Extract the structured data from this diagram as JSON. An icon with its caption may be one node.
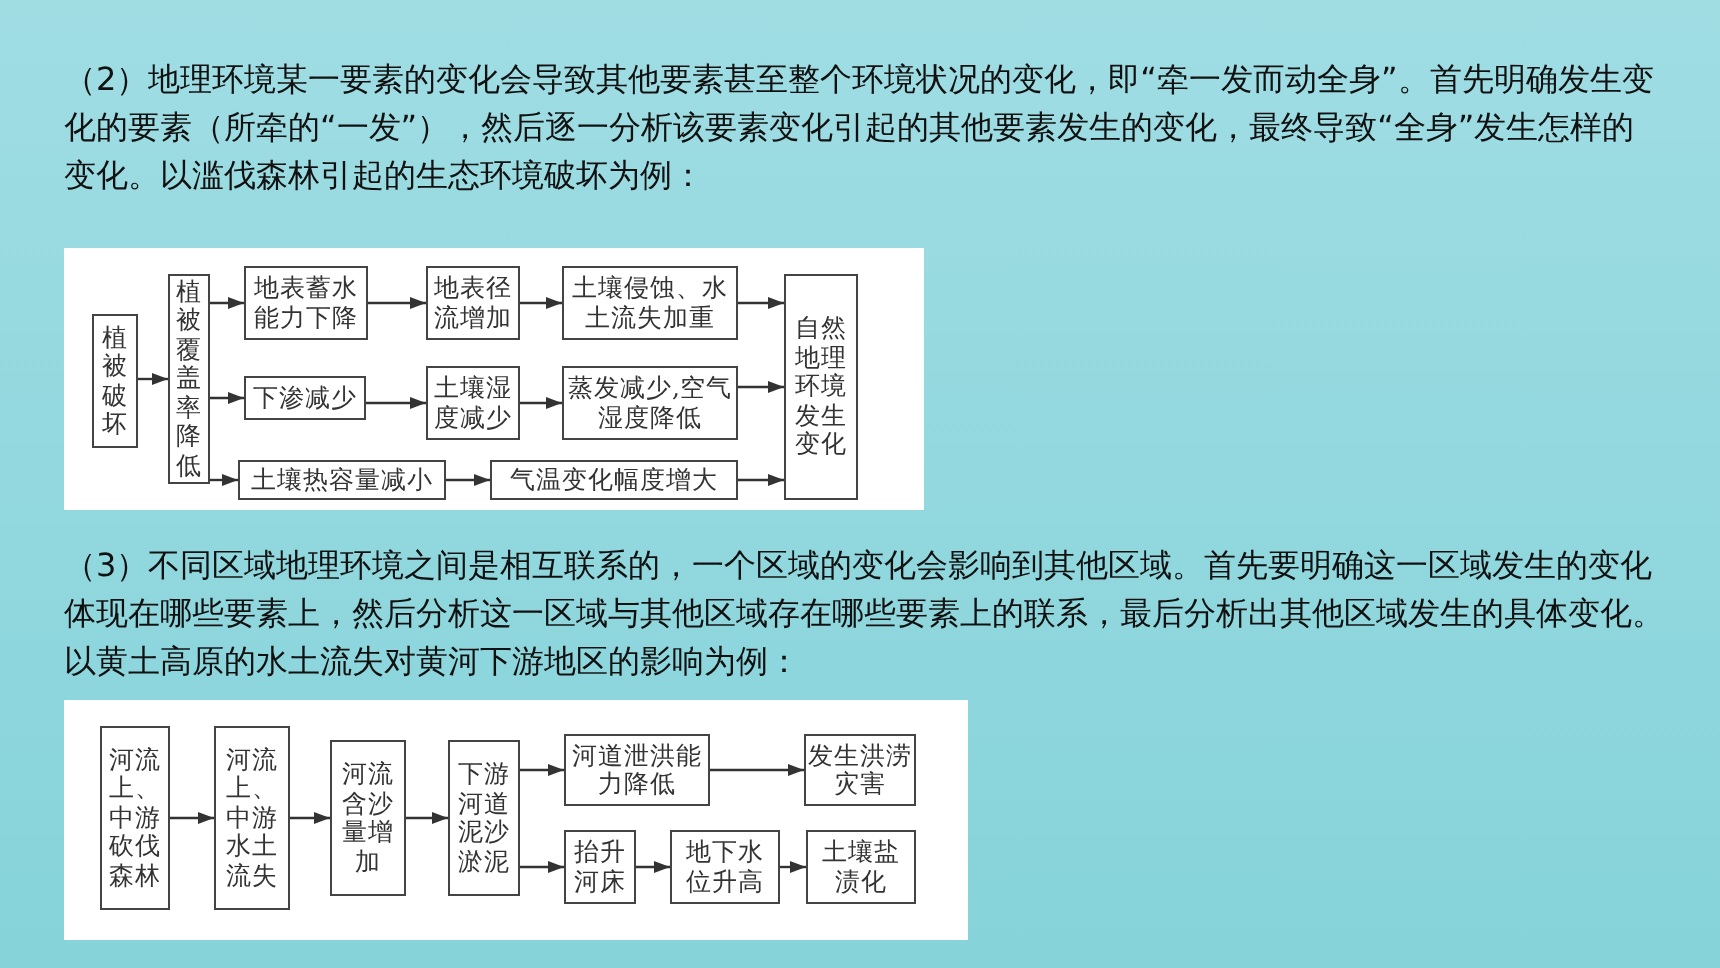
{
  "diagram": {
    "nodes": [
      {
        "text": [
          "植被破坏"
        ]
      },
      {
        "text": [
          "植被覆盖率降低"
        ]
      },
      {
        "text": [
          "地表蓄水能力下降"
        ]
      },
      {
        "text": [
          "地表径流增加"
        ]
      },
      {
        "text": [
          "土壤侵蚀、水土流失加重"
        ]
      },
      {
        "text": [
          "下渗减少"
        ]
      },
      {
        "text": [
          "土壤湿度减少"
        ]
      },
      {
        "text": [
          "蒸发减少,空气湿度降低"
        ]
      },
      {
        "text": [
          "土壤热容量减小"
        ]
      },
      {
        "text": [
          "气温变化幅度增大"
        ]
      },
      {
        "text": [
          "自然地理环境发生变化"
        ]
      },
      {
        "text": [
          "河流上、中游砍伐森林"
        ]
      },
      {
        "text": [
          "河流上、中游水土流失"
        ]
      },
      {
        "text": [
          "河流含沙量增加"
        ]
      },
      {
        "text": [
          "下游河道泥沙淤泥"
        ]
      },
      {
        "text": [
          "河道泄洪能力降低"
        ]
      },
      {
        "text": [
          "发生洪涝灾害"
        ]
      },
      {
        "text": [
          "抬升河床"
        ]
      },
      {
        "text": [
          "地下水位升高"
        ]
      },
      {
        "text": [
          "土壤盐渍化"
        ]
      }
    ],
    "edges": [
      {
        "from": 0,
        "to": 1,
        "arrow": "to"
      },
      {
        "from": 1,
        "to": 2,
        "arrow": "to"
      },
      {
        "from": 2,
        "to": 3,
        "arrow": "to"
      },
      {
        "from": 3,
        "to": 4,
        "arrow": "to"
      },
      {
        "from": 4,
        "to": 10,
        "arrow": "to"
      },
      {
        "from": 1,
        "to": 5,
        "arrow": "to"
      },
      {
        "from": 5,
        "to": 6,
        "arrow": "to"
      },
      {
        "from": 6,
        "to": 7,
        "arrow": "to"
      },
      {
        "from": 7,
        "to": 10,
        "arrow": "to"
      },
      {
        "from": 1,
        "to": 8,
        "arrow": "to"
      },
      {
        "from": 8,
        "to": 9,
        "arrow": "to"
      },
      {
        "from": 9,
        "to": 10,
        "arrow": "to"
      },
      {
        "from": 11,
        "to": 12,
        "arrow": "to"
      },
      {
        "from": 12,
        "to": 13,
        "arrow": "to"
      },
      {
        "from": 13,
        "to": 14,
        "arrow": "to"
      },
      {
        "from": 14,
        "to": 15,
        "arrow": "to"
      },
      {
        "from": 15,
        "to": 16,
        "arrow": "to"
      },
      {
        "from": 14,
        "to": 17,
        "arrow": "to"
      },
      {
        "from": 17,
        "to": 18,
        "arrow": "to"
      },
      {
        "from": 18,
        "to": 19,
        "arrow": "to"
      }
    ],
    "labels": [
      "（2）地理环境某一要素的变化会导致其他要素甚至整个环境状况的变化，即“牵一发而动全身”。首先明确发生变化的要素（所牵的“一发”），然后逐一分析该要素变化引起的其他要素发生的变化，最终导致“全身”发生怎样的变化。以滥伐森林引起的生态环境破坏为例：",
      "（3）不同区域地理环境之间是相互联系的，一个区域的变化会影响到其他区域。首先要明确这一区域发生的变化体现在哪些要素上，然后分析这一区域与其他区域存在哪些要素上的联系，最后分析出其他区域发生的具体变化。以黄土高原的水土流失对黄河下游地区的影响为例："
    ]
  }
}
